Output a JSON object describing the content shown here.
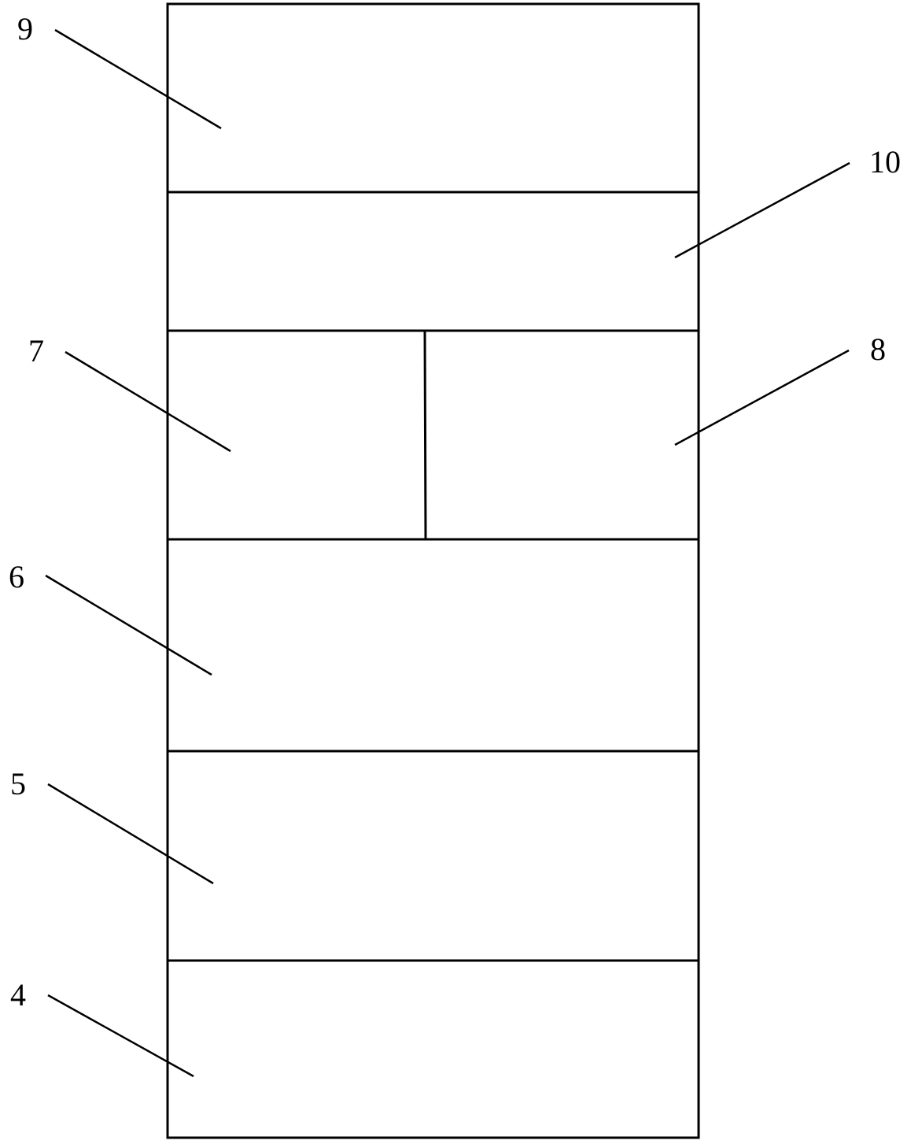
{
  "diagram": {
    "callouts": {
      "c9": "9",
      "c10": "10",
      "c7": "7",
      "c8": "8",
      "c6": "6",
      "c5": "5",
      "c4": "4"
    },
    "colors": {
      "line": "#000000",
      "background": "#ffffff"
    }
  }
}
